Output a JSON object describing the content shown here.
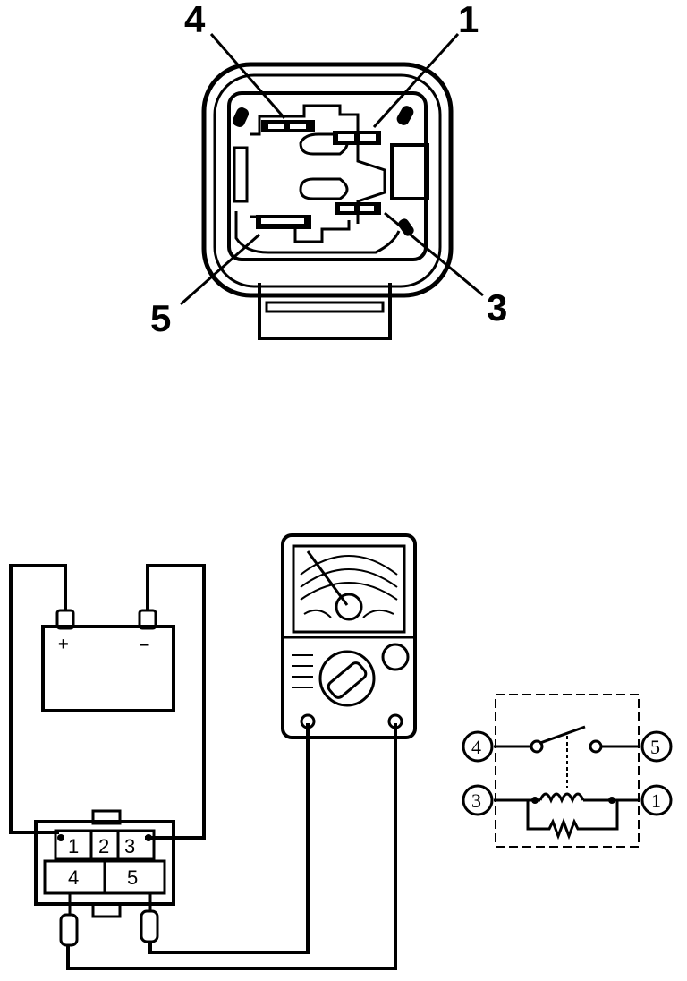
{
  "connector_view": {
    "pin_labels": {
      "top_left": "4",
      "top_right": "1",
      "bottom_left": "5",
      "bottom_right": "3"
    }
  },
  "battery": {
    "positive": "+",
    "negative": "–"
  },
  "relay_block": {
    "top_cells": [
      "1",
      "2",
      "3"
    ],
    "bottom_cells": [
      "4",
      "5"
    ]
  },
  "schematic": {
    "terminals": {
      "switch_left": "4",
      "switch_right": "5",
      "coil_left": "3",
      "coil_right": "1"
    }
  },
  "colors": {
    "ink": "#000000",
    "paper": "#ffffff"
  }
}
